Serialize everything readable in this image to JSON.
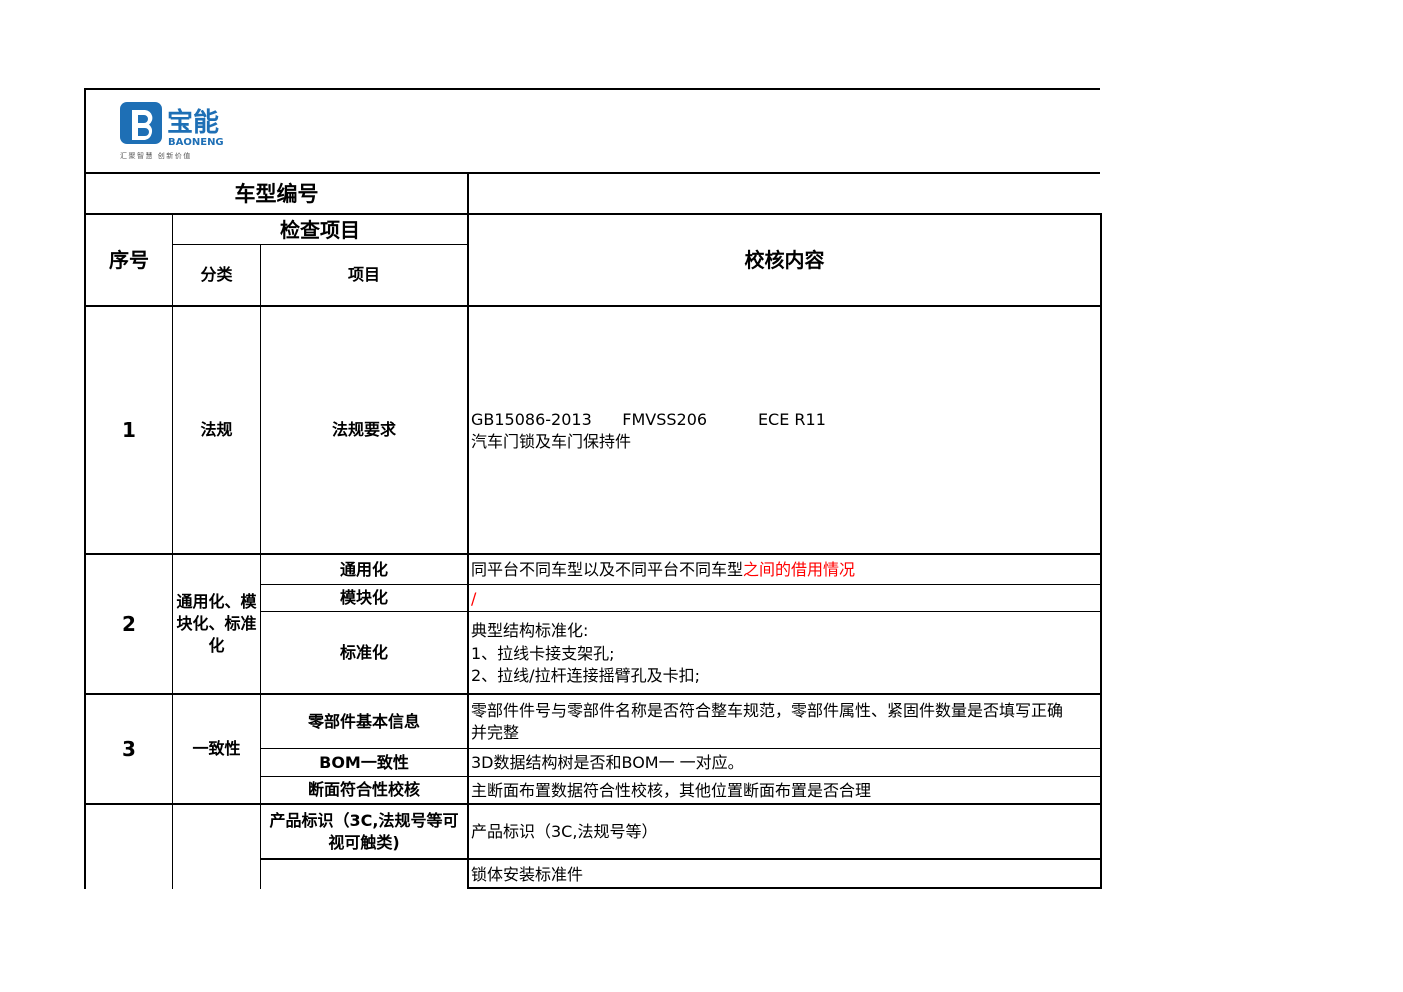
{
  "logo": {
    "brand_cn": "宝能",
    "brand_en": "BAONENG",
    "slogan": "汇聚智慧 创新价值",
    "color": "#1e6fb5"
  },
  "header": {
    "model_no_label": "车型编号",
    "seq_label": "序号",
    "check_items_label": "检查项目",
    "category_label": "分类",
    "item_label": "项目",
    "content_label": "校核内容"
  },
  "rows": {
    "r1": {
      "seq": "1",
      "category": "法规",
      "item": "法规要求",
      "content_line1": "GB15086-2013      FMVSS206          ECE R11",
      "content_line2": "汽车门锁及车门保持件"
    },
    "r2": {
      "seq": "2",
      "category": "通用化、模块化、标准化",
      "items": {
        "a": {
          "item": "通用化",
          "content_black": "同平台不同车型以及不同平台不同车型",
          "content_red": "之间的借用情况"
        },
        "b": {
          "item": "模块化",
          "content_red": "/"
        },
        "c": {
          "item": "标准化",
          "content_line1": "典型结构标准化:",
          "content_line2": "1、拉线卡接支架孔;",
          "content_line3": "2、拉线/拉杆连接摇臂孔及卡扣;"
        }
      }
    },
    "r3": {
      "seq": "3",
      "category": "一致性",
      "items": {
        "a": {
          "item": "零部件基本信息",
          "content_line1": "零部件件号与零部件名称是否符合整车规范，零部件属性、紧固件数量是否填写正确",
          "content_line2": "并完整"
        },
        "b": {
          "item": "BOM一致性",
          "content": "3D数据结构树是否和BOM一 一对应。"
        },
        "c": {
          "item": "断面符合性校核",
          "content": "主断面布置数据符合性校核，其他位置断面布置是否合理"
        }
      }
    },
    "r4": {
      "items": {
        "a": {
          "item_line1": "产品标识（3C,法规号等可",
          "item_line2": "视可触类)",
          "content": "产品标识（3C,法规号等）"
        },
        "b": {
          "item": "",
          "content": "锁体安装标准件"
        }
      }
    }
  }
}
